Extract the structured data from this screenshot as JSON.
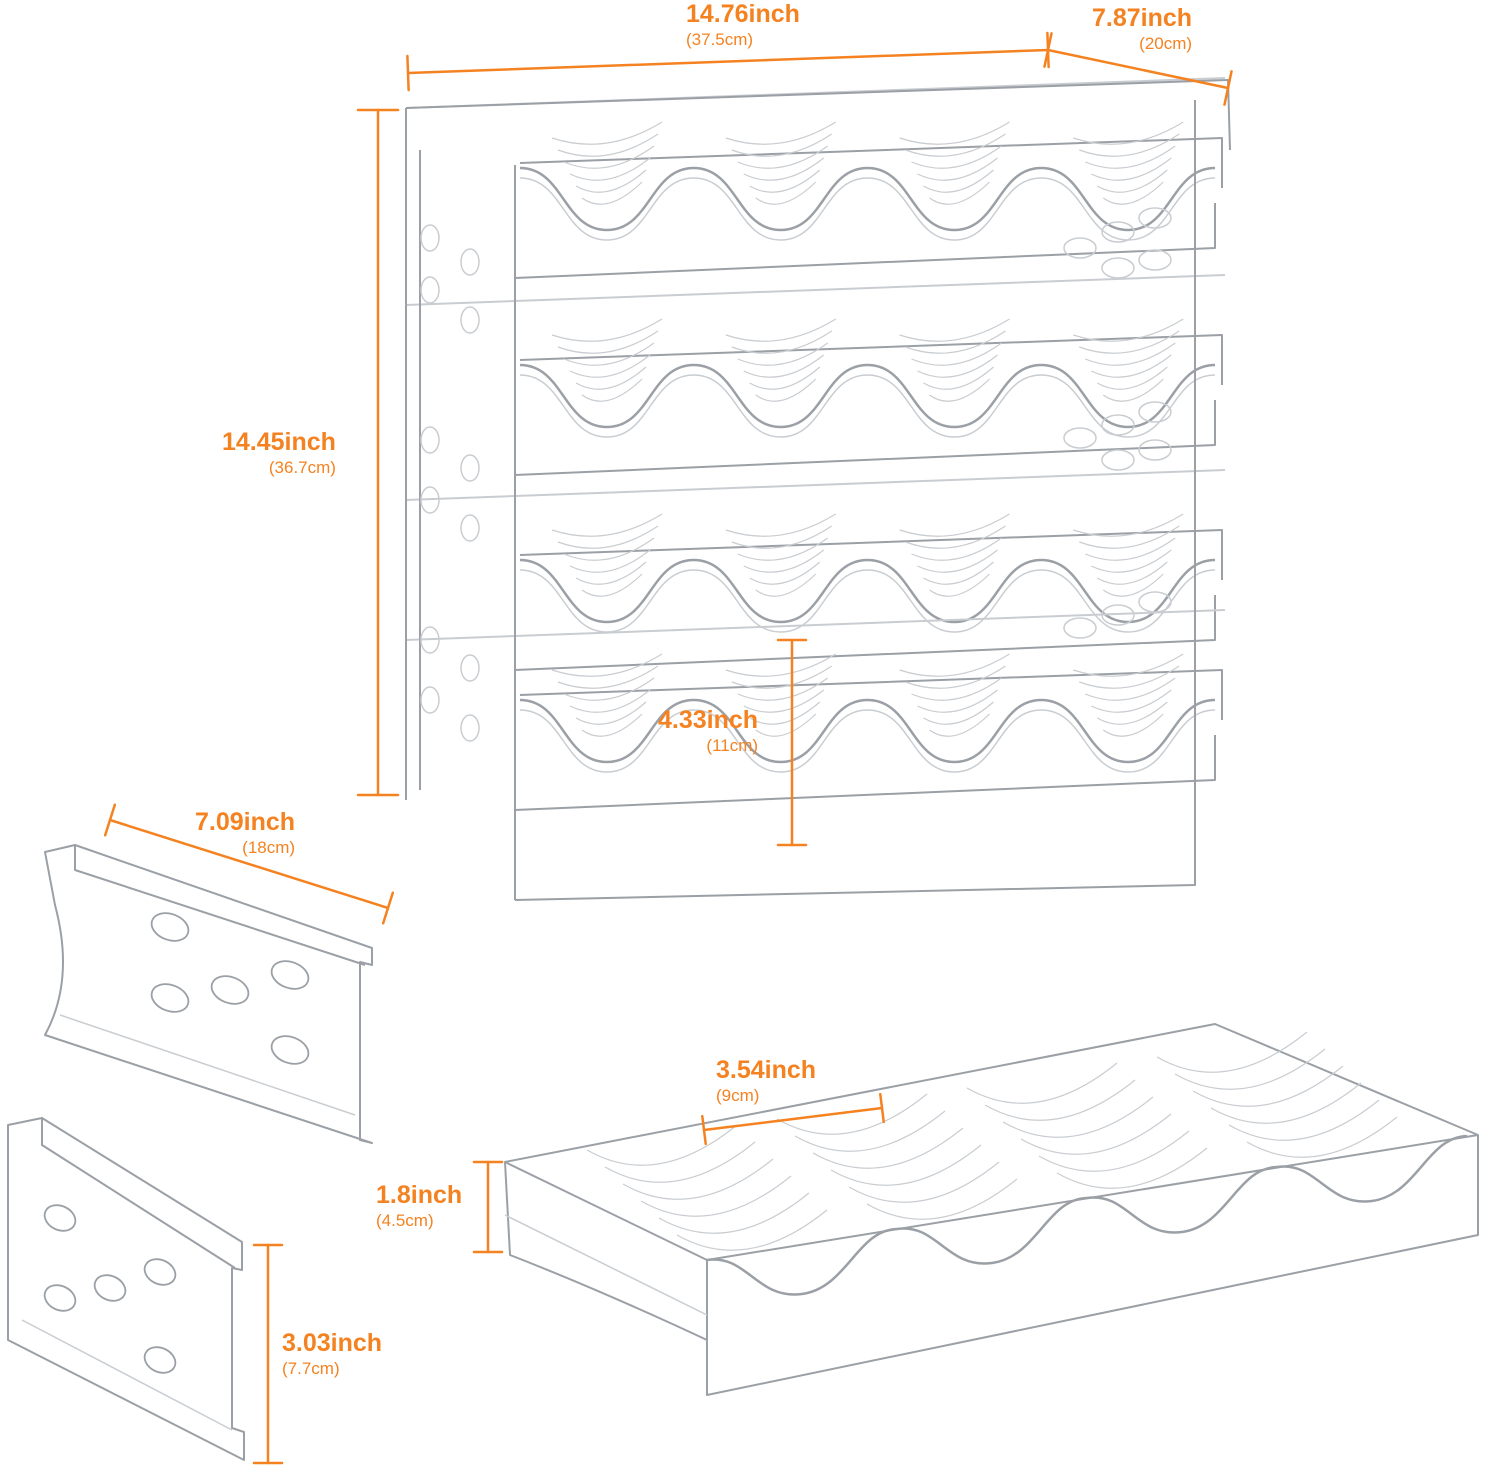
{
  "colors": {
    "accent": "#F58220",
    "outline": "#9aa0a6",
    "outline_light": "#c9cdd1",
    "background": "#ffffff"
  },
  "dimensions": {
    "rack_width": {
      "inch": "14.76inch",
      "cm": "(37.5cm)"
    },
    "rack_depth": {
      "inch": "7.87inch",
      "cm": "(20cm)"
    },
    "rack_height": {
      "inch": "14.45inch",
      "cm": "(36.7cm)"
    },
    "tier_spacing": {
      "inch": "4.33inch",
      "cm": "(11cm)"
    },
    "side_panel_length": {
      "inch": "7.09inch",
      "cm": "(18cm)"
    },
    "side_panel_height": {
      "inch": "3.03inch",
      "cm": "(7.7cm)"
    },
    "slot_width": {
      "inch": "3.54inch",
      "cm": "(9cm)"
    },
    "tray_height": {
      "inch": "1.8inch",
      "cm": "(4.5cm)"
    }
  }
}
